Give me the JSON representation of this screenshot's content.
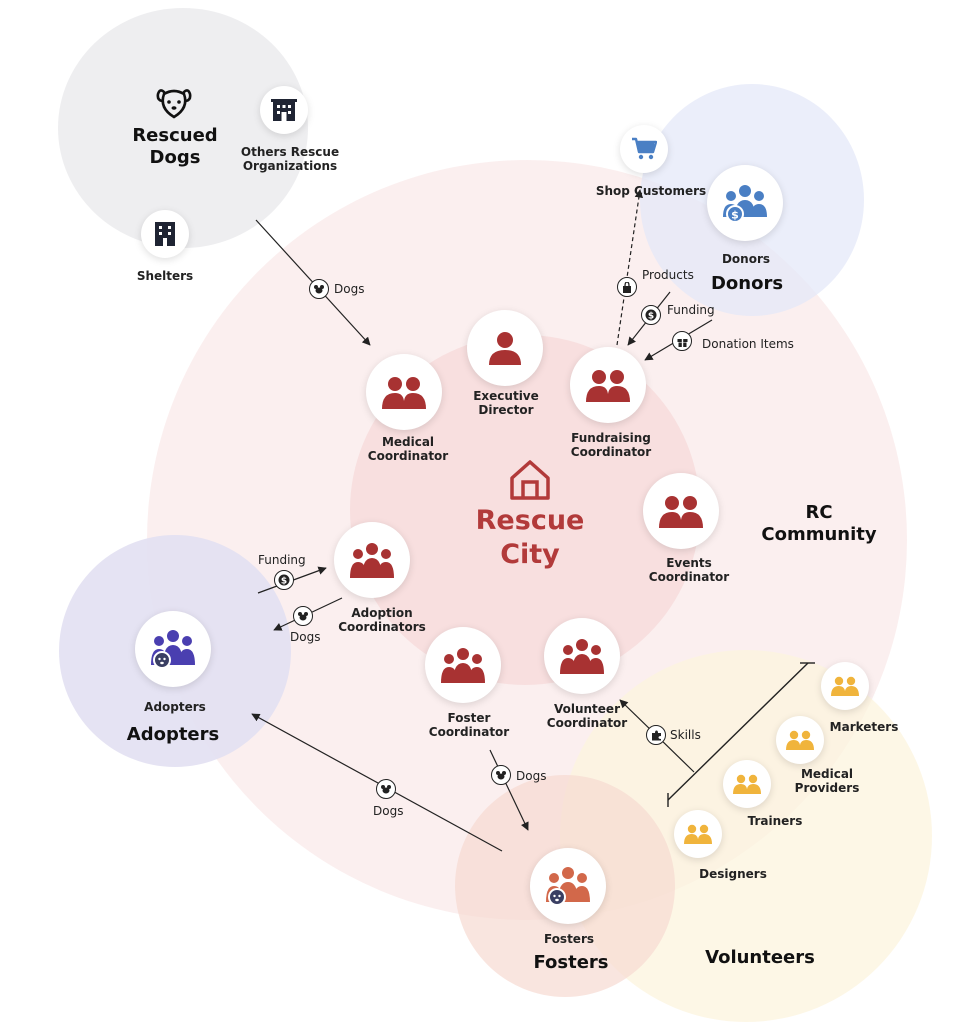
{
  "groups": {
    "rescued_dogs": "Rescued\nDogs",
    "donors": "Donors",
    "rc_community": "RC\nCommunity",
    "adopters": "Adopters",
    "fosters": "Fosters",
    "volunteers": "Volunteers"
  },
  "center": {
    "title": "Rescue\nCity",
    "icon": "house-icon"
  },
  "nodes": {
    "others_rescue": "Others Rescue\nOrganizations",
    "shelters": "Shelters",
    "shop_customers": "Shop Customers",
    "donors": "Donors",
    "executive_director": "Executive\nDirector",
    "medical_coordinator": "Medical\nCoordinator",
    "fundraising_coordinator": "Fundraising\nCoordinator",
    "events_coordinator": "Events\nCoordinator",
    "adoption_coordinators": "Adoption\nCoordinators",
    "foster_coordinator": "Foster\nCoordinator",
    "volunteer_coordinator": "Volunteer\nCoordinator",
    "adopters": "Adopters",
    "fosters": "Fosters",
    "marketers": "Marketers",
    "medical_providers": "Medical\nProviders",
    "trainers": "Trainers",
    "designers": "Designers"
  },
  "edges": {
    "dogs_in": "Dogs",
    "products": "Products",
    "funding_donors": "Funding",
    "donation_items": "Donation Items",
    "funding_adopters": "Funding",
    "dogs_adopters": "Dogs",
    "dogs_fosters_to_adopters": "Dogs",
    "dogs_to_fosters": "Dogs",
    "skills": "Skills"
  },
  "colors": {
    "staff": "#a83232",
    "adopters": "#4a3fb0",
    "fosters": "#d2684a",
    "volunteers": "#f0b43c",
    "donors": "#4a7fc4",
    "neutral": "#1f2433"
  }
}
